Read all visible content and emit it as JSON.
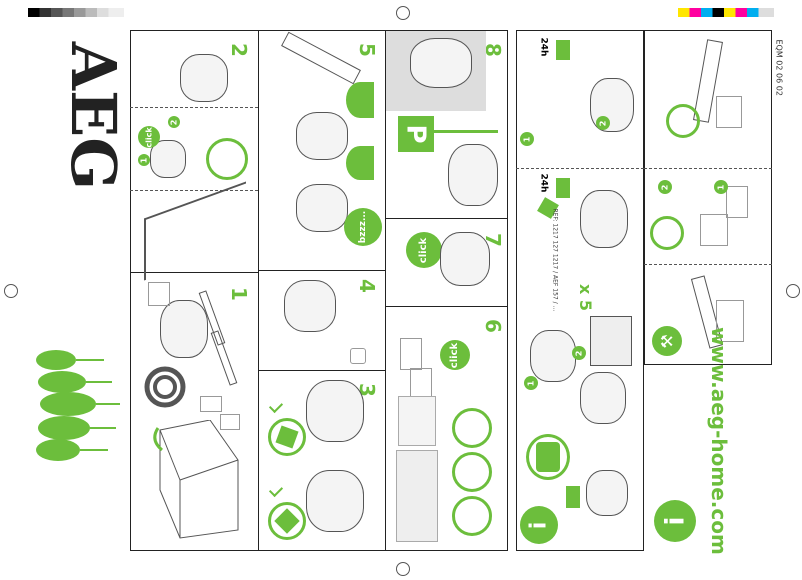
{
  "brand": {
    "logo_text": "AEG",
    "colors": {
      "green": "#6cbe3c",
      "black": "#222222"
    }
  },
  "doc_code": "EQM 02 06 02",
  "website": "www.aeg-home.com",
  "steps": {
    "s1": "1",
    "s2": "2",
    "s3": "3",
    "s4": "4",
    "s5": "5",
    "s6": "6",
    "s7": "7",
    "s8": "8"
  },
  "labels": {
    "click_a": "click",
    "click_b": "click",
    "click_c": "click",
    "bzzz": "bzzz...",
    "times5": "x 5",
    "time_24h_a": "24h",
    "time_24h_b": "24h",
    "p_sign": "P",
    "info_sign": "i",
    "info_sign_b": "i",
    "circled_1a": "1",
    "circled_2a": "2",
    "circled_1b": "1",
    "circled_2b": "2",
    "circled_1c": "1",
    "circled_2c": "2",
    "circled_1d": "1",
    "circled_2d": "2"
  },
  "filter_codes": "REF: 1217 127 1217 / AEF 157 / ..."
}
